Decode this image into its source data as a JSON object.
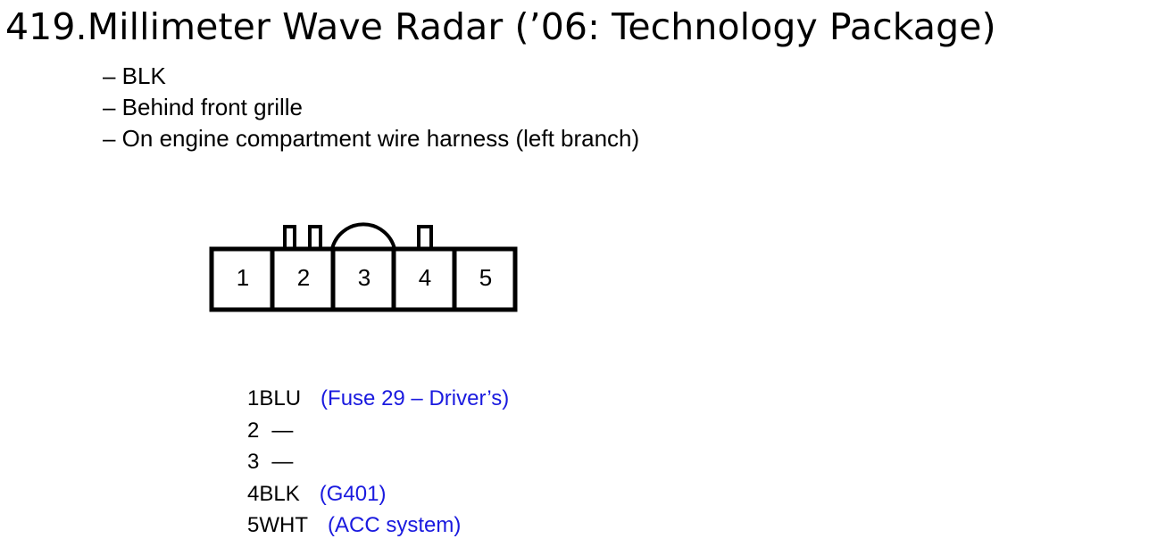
{
  "title": "419.Millimeter Wave Radar (’06: Technology Package)",
  "notes": [
    "– BLK",
    "– Behind front grille",
    "– On engine compartment wire harness (left branch)"
  ],
  "connector": {
    "cavities": [
      "1",
      "2",
      "3",
      "4",
      "5"
    ]
  },
  "pins": [
    {
      "num": "1",
      "wire": "BLU",
      "note": "(Fuse 29 – Driver’s)"
    },
    {
      "num": "2",
      "dash": "—"
    },
    {
      "num": "3",
      "dash": "—"
    },
    {
      "num": "4",
      "wire": "BLK",
      "note": "(G401)"
    },
    {
      "num": "5",
      "wire": "WHT",
      "note": "(ACC system)"
    }
  ],
  "colors": {
    "text": "#000000",
    "note": "#1a1adf",
    "background": "#ffffff"
  }
}
